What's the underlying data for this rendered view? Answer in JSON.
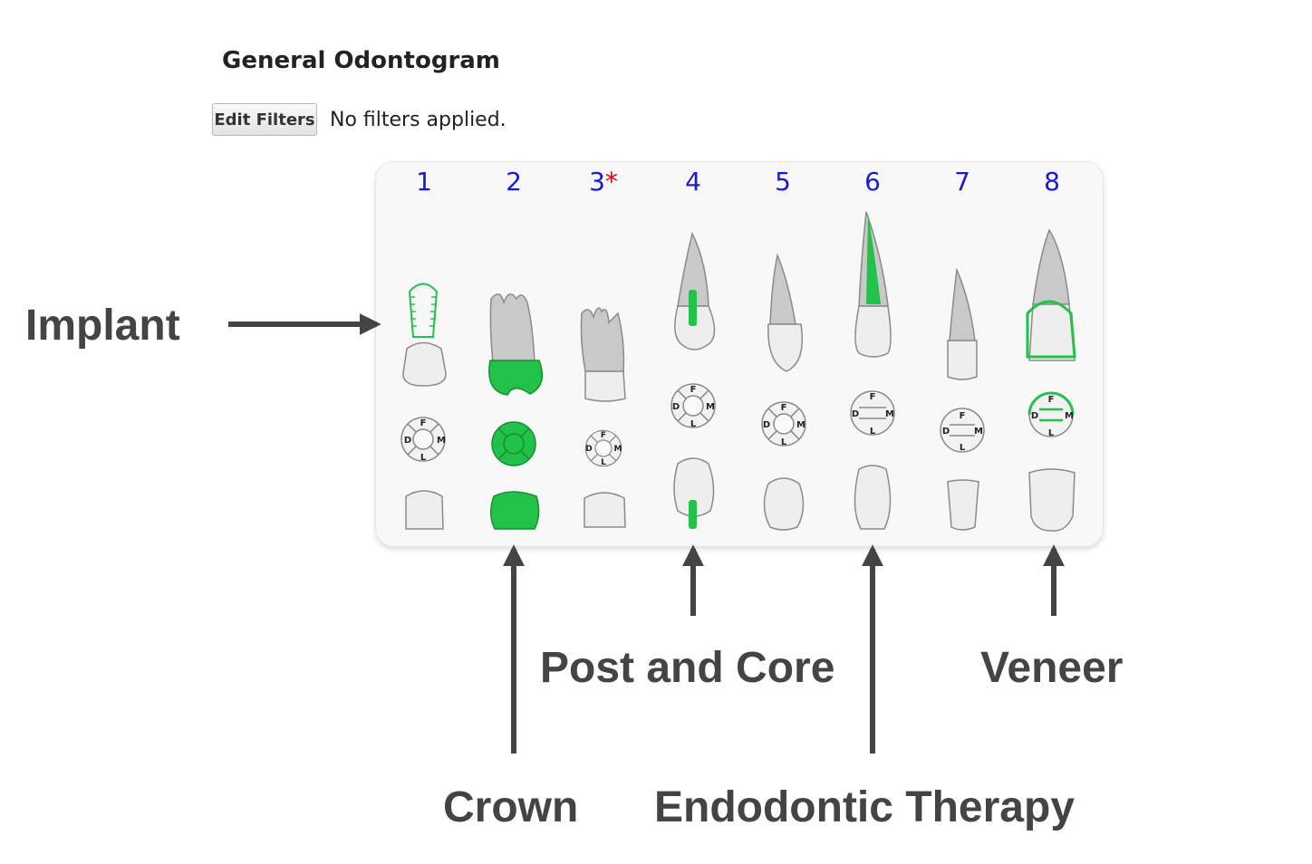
{
  "header": {
    "title": "General Odontogram"
  },
  "filters": {
    "edit_label": "Edit Filters",
    "status": "No filters applied."
  },
  "teeth": [
    {
      "number": "1",
      "flag": ""
    },
    {
      "number": "2",
      "flag": ""
    },
    {
      "number": "3",
      "flag": "*"
    },
    {
      "number": "4",
      "flag": ""
    },
    {
      "number": "5",
      "flag": ""
    },
    {
      "number": "6",
      "flag": ""
    },
    {
      "number": "7",
      "flag": ""
    },
    {
      "number": "8",
      "flag": ""
    }
  ],
  "surface_letters": {
    "facial": "F",
    "mesial": "M",
    "distal": "D",
    "lingual": "L"
  },
  "annotations": {
    "implant": "Implant",
    "crown": "Crown",
    "post_core": "Post and Core",
    "endo": "Endodontic Therapy",
    "veneer": "Veneer"
  },
  "colors": {
    "treatment": "#22c24a",
    "tooth_root": "#c9c9c9",
    "tooth_crown": "#eeeeee",
    "outline": "#8a8a8a",
    "tooth_number": "#1a1ad6",
    "flag": "#e00000",
    "annotation_text": "#444444"
  }
}
